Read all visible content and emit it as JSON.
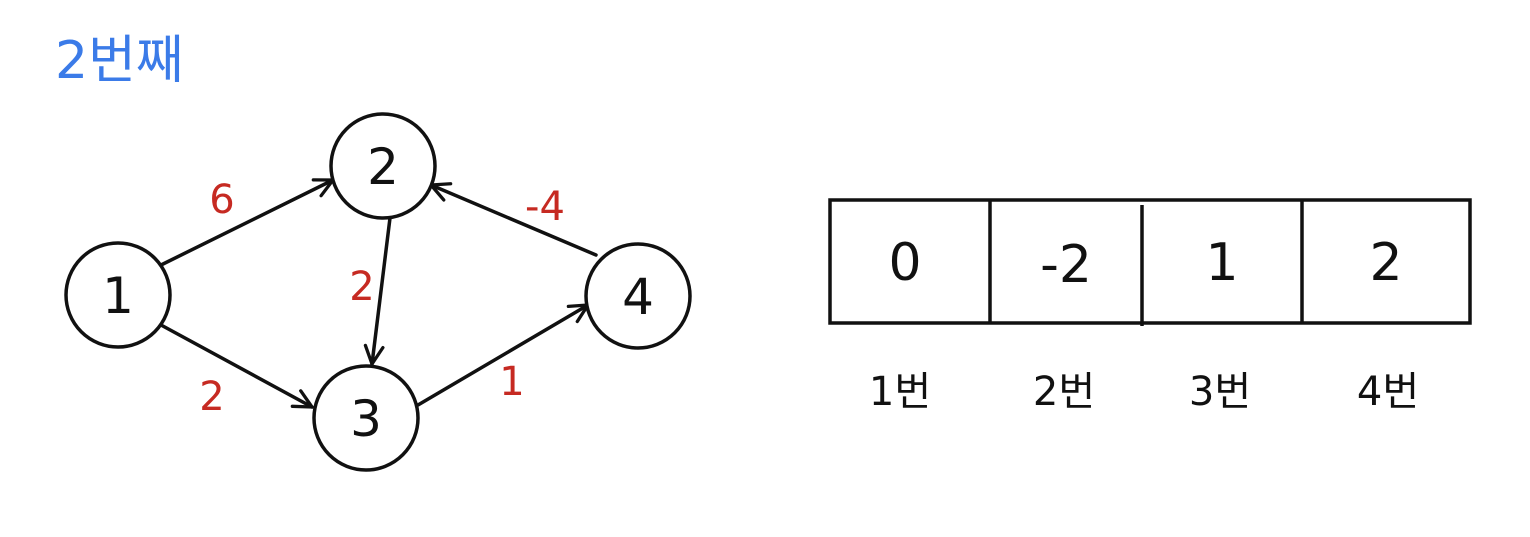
{
  "title": "2번째",
  "colors": {
    "title": "#3b7be8",
    "ink": "#111111",
    "weight": "#c62a22"
  },
  "graph": {
    "nodes": [
      {
        "id": "1",
        "label": "1"
      },
      {
        "id": "2",
        "label": "2"
      },
      {
        "id": "3",
        "label": "3"
      },
      {
        "id": "4",
        "label": "4"
      }
    ],
    "edges": [
      {
        "from": "1",
        "to": "2",
        "weight": "6"
      },
      {
        "from": "1",
        "to": "3",
        "weight": "2"
      },
      {
        "from": "2",
        "to": "3",
        "weight": "2"
      },
      {
        "from": "3",
        "to": "4",
        "weight": "1"
      },
      {
        "from": "4",
        "to": "2",
        "weight": "-4"
      }
    ]
  },
  "distance_table": {
    "values": [
      "0",
      "-2",
      "1",
      "2"
    ],
    "labels": [
      "1번",
      "2번",
      "3번",
      "4번"
    ]
  }
}
